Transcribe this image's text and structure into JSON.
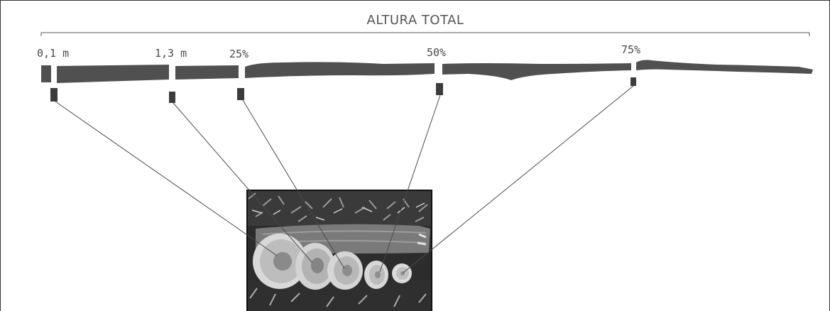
{
  "diagram": {
    "title": "ALTURA TOTAL",
    "positions": [
      {
        "id": "p01",
        "label": "0,1 m"
      },
      {
        "id": "p13",
        "label": "1,3 m"
      },
      {
        "id": "p25",
        "label": "25%"
      },
      {
        "id": "p50",
        "label": "50%"
      },
      {
        "id": "p75",
        "label": "75%"
      }
    ],
    "colors": {
      "stem": "#505050",
      "disk_marker": "#3c3c3c",
      "connector": "#4a4a4a",
      "frame": "#333333"
    },
    "photo": {
      "description_icon": "stem-disks-photo",
      "disks": 5
    }
  }
}
